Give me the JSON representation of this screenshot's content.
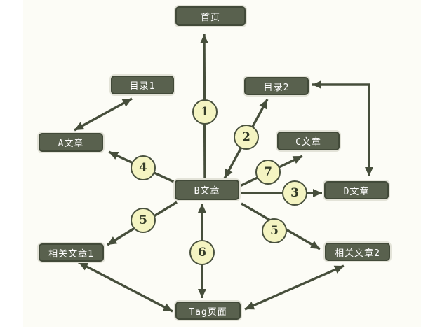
{
  "diagram": {
    "nodes": {
      "home": {
        "label": "首页"
      },
      "dir1": {
        "label": "目录1"
      },
      "dir2": {
        "label": "目录2"
      },
      "articleA": {
        "label": "A文章"
      },
      "articleB": {
        "label": "B文章"
      },
      "articleC": {
        "label": "C文章"
      },
      "articleD": {
        "label": "D文章"
      },
      "related1": {
        "label": "相关文章1"
      },
      "related2": {
        "label": "相关文章2"
      },
      "tag": {
        "label": "Tag页面"
      }
    },
    "badges": {
      "b1": "1",
      "b2": "2",
      "b3": "3",
      "b4": "4",
      "b5a": "5",
      "b5b": "5",
      "b6": "6",
      "b7": "7"
    },
    "edges": [
      {
        "badge": "1",
        "from": "B文章",
        "to": "首页",
        "arrows": "one-way"
      },
      {
        "badge": "2",
        "from": "B文章",
        "to": "目录2",
        "arrows": "two-way"
      },
      {
        "badge": "3",
        "from": "B文章",
        "to": "D文章",
        "arrows": "one-way"
      },
      {
        "badge": "4",
        "from": "B文章",
        "to": "A文章",
        "arrows": "one-way"
      },
      {
        "badge": "5",
        "from": "B文章",
        "to": "相关文章1",
        "arrows": "one-way"
      },
      {
        "badge": "5",
        "from": "B文章",
        "to": "相关文章2",
        "arrows": "one-way"
      },
      {
        "badge": "6",
        "from": "B文章",
        "to": "Tag页面",
        "arrows": "two-way"
      },
      {
        "badge": "7",
        "from": "B文章",
        "to": "C文章",
        "arrows": "one-way"
      },
      {
        "from": "目录1",
        "to": "A文章",
        "arrows": "two-way"
      },
      {
        "from": "相关文章1",
        "to": "Tag页面",
        "arrows": "two-way"
      },
      {
        "from": "Tag页面",
        "to": "相关文章2",
        "arrows": "two-way"
      },
      {
        "from": "D文章",
        "to": "目录2",
        "arrows": "two-way",
        "style": "elbow"
      }
    ],
    "colors": {
      "node_fill": "#59614e",
      "node_border": "#424a39",
      "node_text": "#ffffff",
      "node_halo": "#e3e3d8",
      "badge_fill": "#f4f4c2",
      "badge_border": "#49513e",
      "badge_text": "#333b28",
      "arrow": "#464e3b",
      "canvas": "#fcfcf6"
    }
  }
}
